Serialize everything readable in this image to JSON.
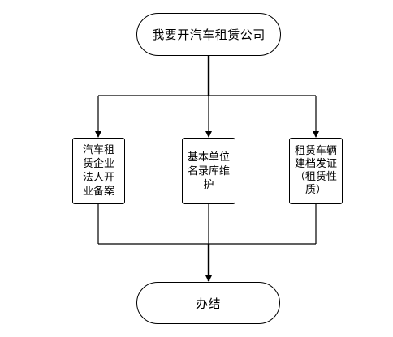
{
  "flowchart": {
    "start_label": "我要开汽车租赁公司",
    "steps": [
      "汽车租赁企业法人开业备案",
      "基本单位名录库维护",
      "租赁车辆建档发证（租赁性质）"
    ],
    "end_label": "办结"
  }
}
